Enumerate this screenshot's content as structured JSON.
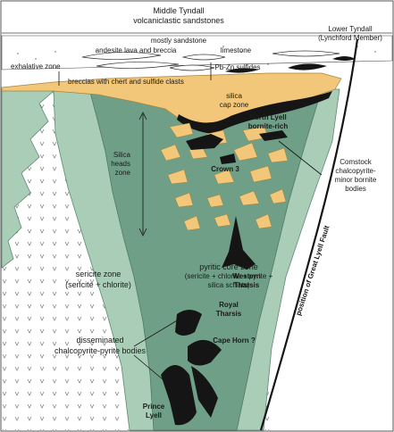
{
  "labels": {
    "middle_tyndall_1": "Middle Tyndall",
    "middle_tyndall_2": "volcaniclastic sandstones",
    "mostly_sandstone": "mostly sandstone",
    "lower_tyndall_1": "Lower Tyndall",
    "lower_tyndall_2": "(Lynchford Member)",
    "andesite": "andesite lava and breccia",
    "limestone": "limestone",
    "pbzn": "Pb-Zn sulfides",
    "exhalative": "exhalative zone",
    "breccias": "breccias with chert and sulfide clasts",
    "silica_cap_1": "silica",
    "silica_cap_2": "cap zone",
    "north_lyell_1": "North Lyell",
    "north_lyell_2": "bornite-rich",
    "comstock_1": "Comstock",
    "comstock_2": "chalcopyrite-",
    "comstock_3": "minor bornite",
    "comstock_4": "bodies",
    "crown3": "Crown 3",
    "silica_heads_1": "Silica",
    "silica_heads_2": "heads",
    "silica_heads_3": "zone",
    "western_tharsis_1": "Western",
    "western_tharsis_2": "Tharsis",
    "sericite_1": "sericite zone",
    "sericite_2": "(sericite + chlorite)",
    "pyritic_1": "pyritic core zone",
    "pyritic_2": "(sericite + chlorite + pyrite +",
    "pyritic_3": "silica schists)",
    "royal_tharsis_1": "Royal",
    "royal_tharsis_2": "Tharsis",
    "cape_horn": "Cape Horn ?",
    "disseminated_1": "disseminated",
    "disseminated_2": "chalcopyrite-pyrite bodies",
    "prince_lyell_1": "Prince",
    "prince_lyell_2": "Lyell",
    "fault": "position  of  Great  Lyell  Fault"
  },
  "colors": {
    "sericite": "#a9cdb6",
    "pyritic_core": "#6f9f86",
    "silica": "#f2c77a",
    "sulfide": "#151515",
    "schist": "#ffffff"
  }
}
